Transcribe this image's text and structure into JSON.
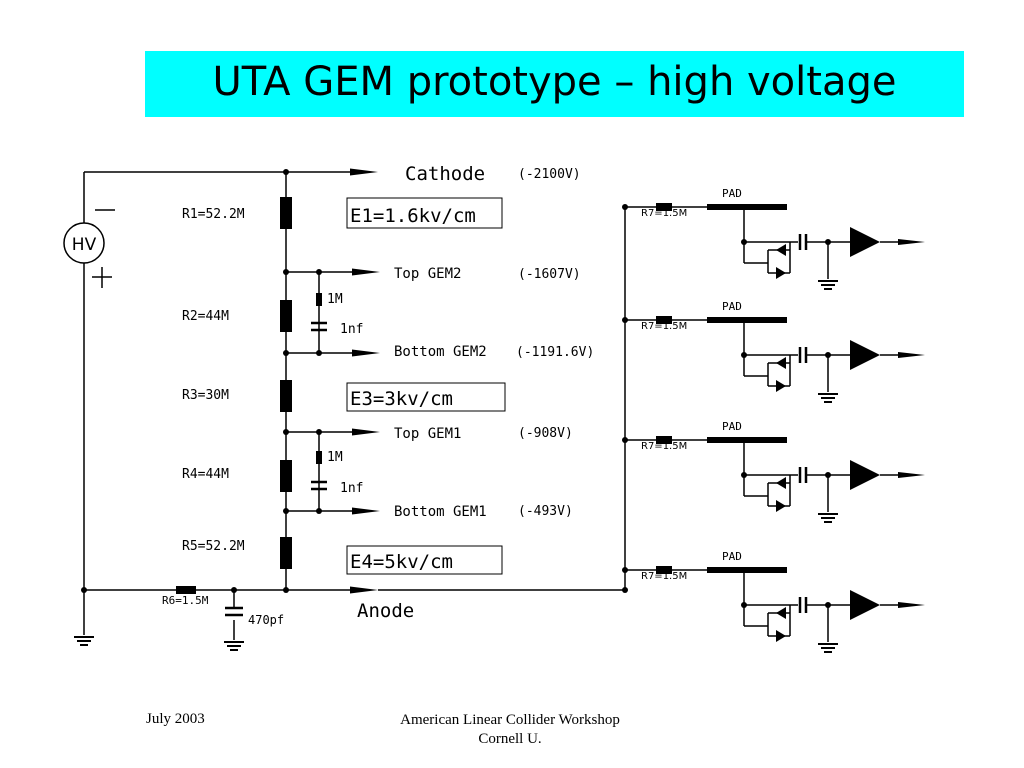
{
  "title": "UTA GEM prototype – high voltage",
  "footer": {
    "date": "July 2003",
    "event_line1": "American Linear Collider Workshop",
    "event_line2": "Cornell U."
  },
  "diagram": {
    "hv_label": "HV",
    "hv_minus": "—",
    "hv_plus": "+",
    "resistors": [
      "R1=52.2M",
      "R2=44M",
      "R3=30M",
      "R4=44M",
      "R5=52.2M"
    ],
    "r6": "R6=1.5M",
    "c_ground": "470pf",
    "filter_r": "1M",
    "filter_c": "1nf",
    "fields": [
      "E1=1.6kv/cm",
      "E3=3kv/cm",
      "E4=5kv/cm"
    ],
    "taps": [
      {
        "label": "Cathode",
        "voltage": "(-2100V)"
      },
      {
        "label": "Top GEM2",
        "voltage": "(-1607V)"
      },
      {
        "label": "Bottom GEM2",
        "voltage": "(-1191.6V)"
      },
      {
        "label": "Top GEM1",
        "voltage": "(-908V)"
      },
      {
        "label": "Bottom GEM1",
        "voltage": "(-493V)"
      },
      {
        "label": "Anode",
        "voltage": ""
      }
    ],
    "pad_label": "PAD",
    "pad_resistor": "R7=1.5M"
  }
}
